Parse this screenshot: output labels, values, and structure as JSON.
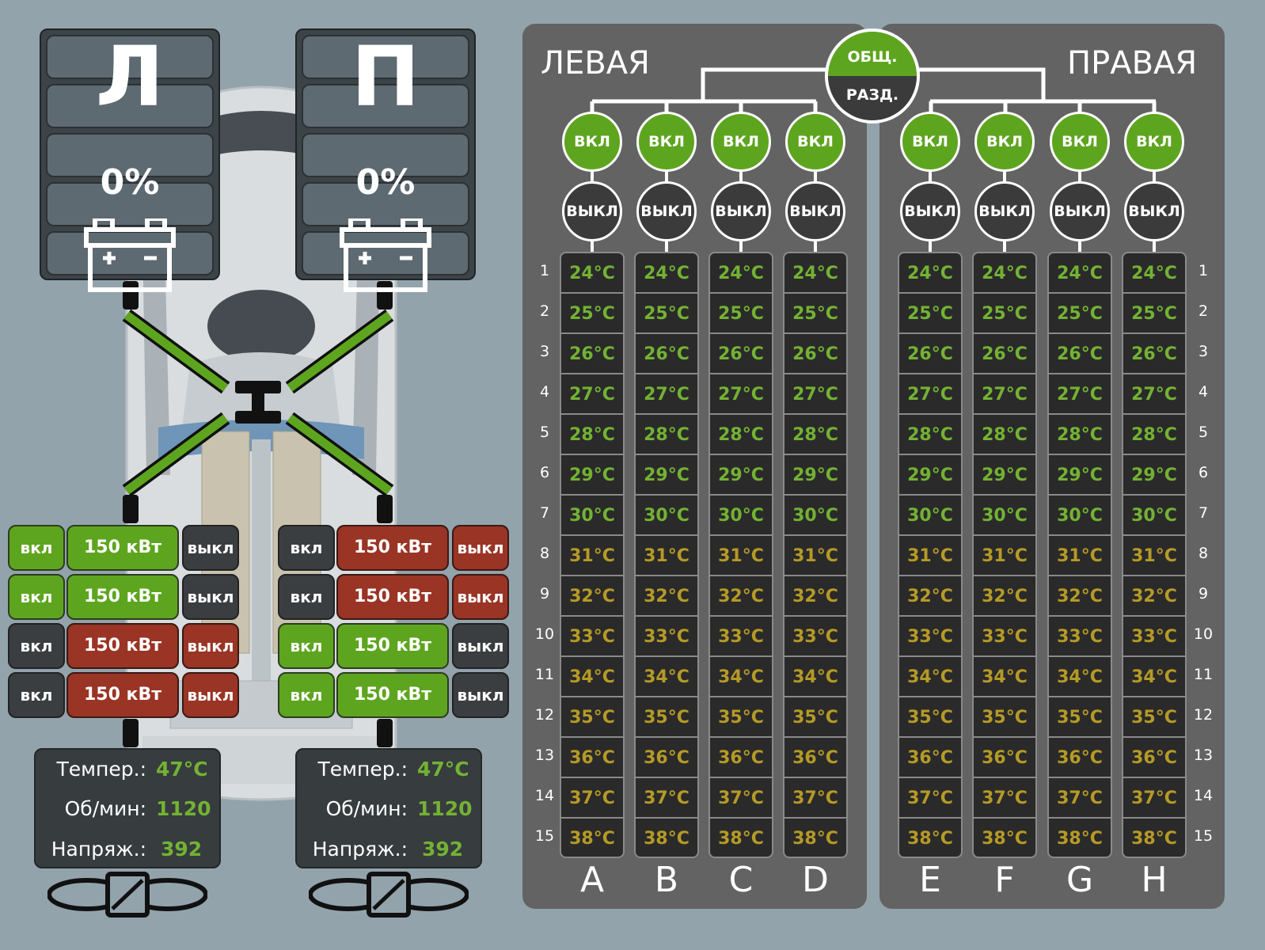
{
  "battery_left": {
    "letter": "Л",
    "charge": "0%"
  },
  "battery_right": {
    "letter": "П",
    "charge": "0%"
  },
  "motors_left": [
    {
      "on": "вкл",
      "power": "150 кВт",
      "off": "выкл",
      "state": "on"
    },
    {
      "on": "вкл",
      "power": "150 кВт",
      "off": "выкл",
      "state": "on"
    },
    {
      "on": "вкл",
      "power": "150 кВт",
      "off": "выкл",
      "state": "off"
    },
    {
      "on": "вкл",
      "power": "150 кВт",
      "off": "выкл",
      "state": "off"
    }
  ],
  "motors_right": [
    {
      "on": "вкл",
      "power": "150 кВт",
      "off": "выкл",
      "state": "off"
    },
    {
      "on": "вкл",
      "power": "150 кВт",
      "off": "выкл",
      "state": "off"
    },
    {
      "on": "вкл",
      "power": "150 кВт",
      "off": "выкл",
      "state": "on"
    },
    {
      "on": "вкл",
      "power": "150 кВт",
      "off": "выкл",
      "state": "on"
    }
  ],
  "info_left": {
    "temp_label": "Темпер.:",
    "temp_value": "47°C",
    "rpm_label": "Об/мин:",
    "rpm_value": "1120",
    "volt_label": "Напряж.:",
    "volt_value": "392"
  },
  "info_right": {
    "temp_label": "Темпер.:",
    "temp_value": "47°C",
    "rpm_label": "Об/мин:",
    "rpm_value": "1120",
    "volt_label": "Напряж.:",
    "volt_value": "392"
  },
  "panel_left_title": "ЛЕВАЯ",
  "panel_right_title": "ПРАВАЯ",
  "general_toggle": {
    "top": "ОБЩ.",
    "bottom": "РАЗД."
  },
  "on_label": "ВКЛ",
  "off_label": "ВЫКЛ",
  "columns_left": [
    "A",
    "B",
    "C",
    "D"
  ],
  "columns_right": [
    "E",
    "F",
    "G",
    "H"
  ],
  "row_numbers": [
    "1",
    "2",
    "3",
    "4",
    "5",
    "6",
    "7",
    "8",
    "9",
    "10",
    "11",
    "12",
    "13",
    "14",
    "15"
  ],
  "temperatures": [
    "24°C",
    "25°C",
    "26°C",
    "27°C",
    "28°C",
    "29°C",
    "30°C",
    "31°C",
    "32°C",
    "33°C",
    "34°C",
    "35°C",
    "36°C",
    "37°C",
    "38°C"
  ],
  "colors": {
    "green": "#5ea51f",
    "red": "#9a3425",
    "temp_ok": "#73b233",
    "temp_warn": "#b59a26",
    "panel": "#636363",
    "background": "#93a3ab"
  }
}
